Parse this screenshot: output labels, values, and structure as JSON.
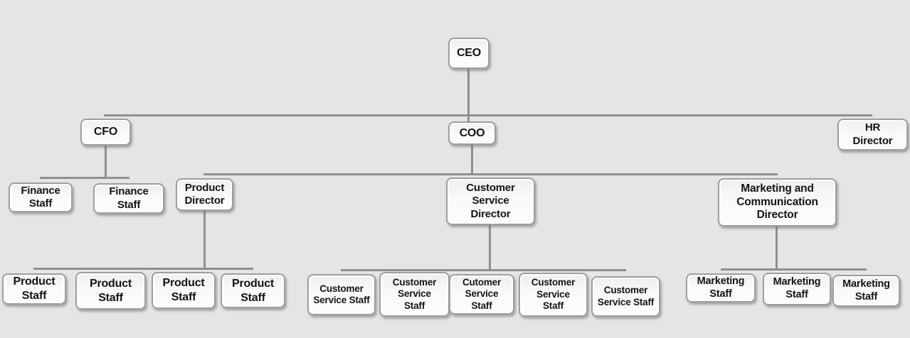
{
  "theme": {
    "canvas_bg": "#e5e5e5",
    "node_fill": "#f7f7f7",
    "node_border": "#9e9e9e",
    "connector": "#8f8f8f",
    "text": "#141414"
  },
  "org_chart": {
    "type": "org-chart",
    "root": {
      "label": "CEO",
      "children": [
        {
          "label": "CFO",
          "children": [
            {
              "label": "Finance\nStaff"
            },
            {
              "label": "Finance\nStaff"
            }
          ]
        },
        {
          "label": "COO",
          "children": [
            {
              "label": "Product\nDirector",
              "children": [
                {
                  "label": "Product\nStaff"
                },
                {
                  "label": "Product\nStaff"
                },
                {
                  "label": "Product\nStaff"
                },
                {
                  "label": "Product\nStaff"
                }
              ]
            },
            {
              "label": "Customer\nService\nDirector",
              "children": [
                {
                  "label": "Customer\nService Staff"
                },
                {
                  "label": "Customer\nService\nStaff"
                },
                {
                  "label": "Cutomer\nService\nStaff"
                },
                {
                  "label": "Customer\nService\nStaff"
                },
                {
                  "label": "Customer\nService Staff"
                }
              ]
            },
            {
              "label": "Marketing and\nCommunication\nDirector",
              "children": [
                {
                  "label": "Marketing\nStaff"
                },
                {
                  "label": "Marketing\nStaff"
                },
                {
                  "label": "Marketing\nStaff"
                }
              ]
            }
          ]
        },
        {
          "label": "HR\nDirector"
        }
      ]
    }
  }
}
